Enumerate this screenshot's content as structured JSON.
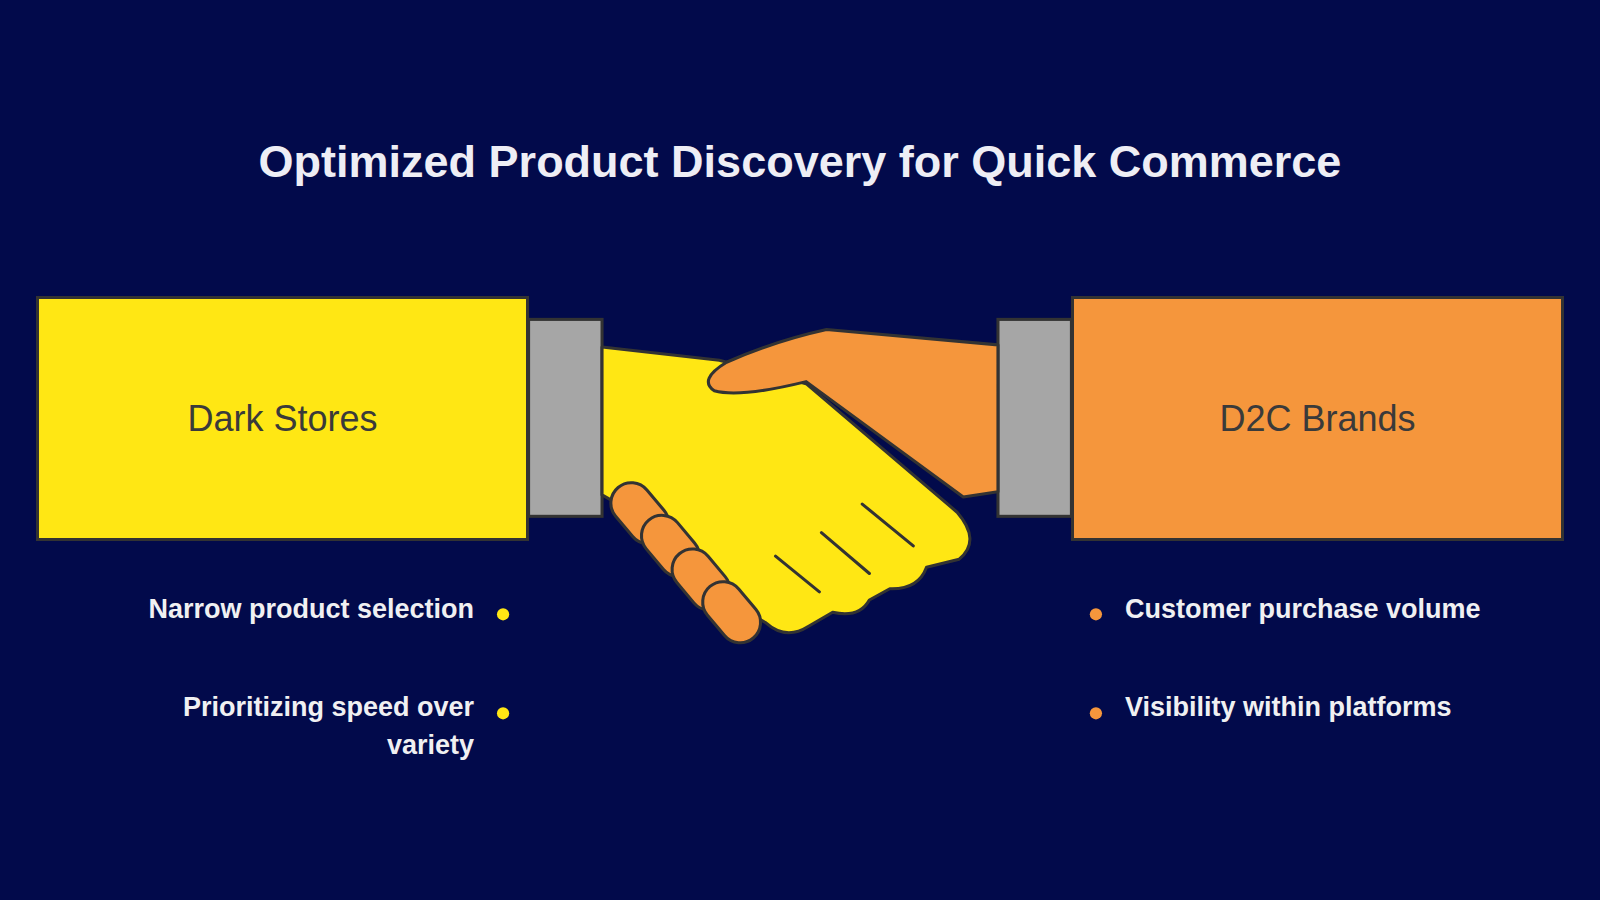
{
  "diagram": {
    "title": "Optimized Product Discovery for Quick Commerce",
    "nodes": [
      {
        "text": [
          "Dark Stores"
        ]
      },
      {
        "text": [
          "D2C Brands"
        ]
      }
    ],
    "labels": [
      "Narrow product selection",
      "Prioritizing speed over variety",
      "Customer purchase volume",
      "Visibility within platforms"
    ]
  }
}
